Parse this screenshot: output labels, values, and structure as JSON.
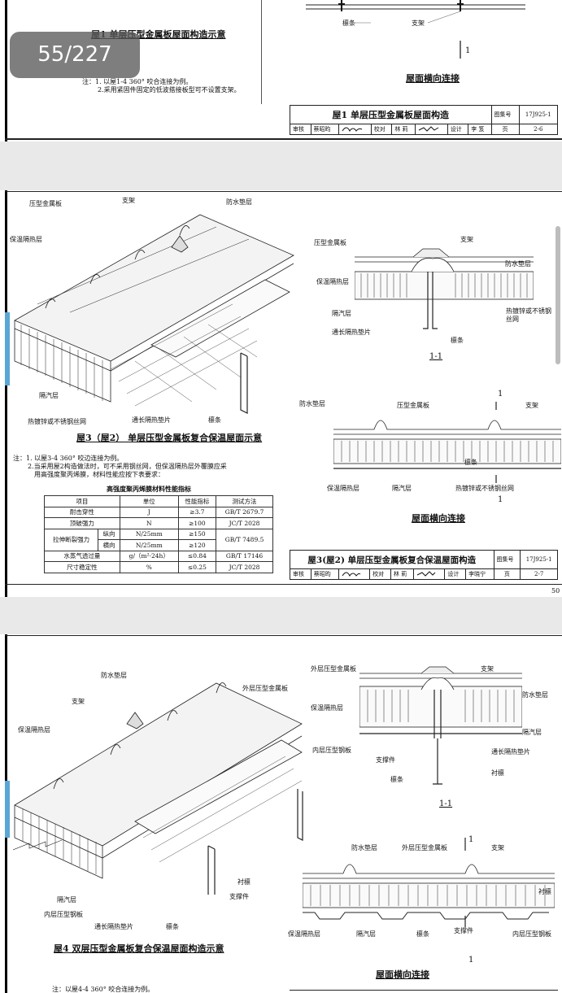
{
  "viewer": {
    "page_counter": "55/227",
    "page_number": "50"
  },
  "page_top": {
    "caption_left": "屋1 单层压型金属板屋面构造示意",
    "notes": [
      "注：1. 以屋1-4 360° 咬合连接为例。",
      "2.采用紧固件固定的低波搭接板型可不设置支架。"
    ],
    "labels": {
      "purlin": "檩条",
      "bracket": "支架",
      "section_mark": "1"
    },
    "caption_right": "屋面横向连接",
    "title_block": {
      "title": "屋1 单层压型金属板屋面构造",
      "atlas_label": "图集号",
      "atlas_no": "17J925-1",
      "review_label": "审核",
      "reviewer": "蔡昭昀",
      "check_label": "校对",
      "checker": "林 莉",
      "design_label": "设计",
      "designer": "李 笈",
      "page_label": "页",
      "page_no": "2-6"
    }
  },
  "page_mid": {
    "iso_labels": {
      "metal_sheet": "压型金属板",
      "bracket": "支架",
      "waterproof": "防水垫层",
      "insulation": "保温隔热层",
      "vapor": "隔汽层",
      "mesh": "热镀锌或不锈钢丝网",
      "pad": "通长隔热垫片",
      "purlin": "檩条"
    },
    "caption_left": "屋3（屋2） 单层压型金属板复合保温屋面示意",
    "notes": [
      "注：1. 以屋3-4 360° 咬边连接为例。",
      "2.当采用屋2构造做法时，可不采用钢丝网，但保温隔热层外覆膜应采",
      "用高强度聚丙烯膜，材料性能应按下表要求："
    ],
    "table_title": "高强度聚丙烯膜材料性能指标",
    "table": {
      "headers": [
        "项目",
        "单位",
        "性能指标",
        "测试方法"
      ],
      "rows": [
        [
          "耐击穿性",
          "J",
          "≥3.7",
          "GB/T 2679.7"
        ],
        [
          "顶破强力",
          "N",
          "≥100",
          "JC/T 2028"
        ],
        [
          "拉伸断裂强力",
          "纵向",
          "N/25mm",
          "≥150",
          "GB/T 7489.5"
        ],
        [
          "",
          "横向",
          "N/25mm",
          "≥120",
          ""
        ],
        [
          "水蒸气透过量",
          "g/（m²·24h）",
          "≤0.84",
          "GB/T 17146"
        ],
        [
          "尺寸稳定性",
          "%",
          "≤0.25",
          "JC/T 2028"
        ]
      ]
    },
    "section_labels": {
      "metal_sheet": "压型金属板",
      "bracket": "支架",
      "waterproof": "防水垫层",
      "insulation": "保温隔热层",
      "vapor": "隔汽层",
      "mesh": "热镀锌或不锈钢丝网",
      "pad": "通长隔热垫片",
      "purlin": "檩条",
      "section": "1-1"
    },
    "lateral_labels": {
      "waterproof": "防水垫层",
      "metal_sheet": "压型金属板",
      "bracket": "支架",
      "purlin": "檩条",
      "insulation": "保温隔热层",
      "vapor": "隔汽层",
      "mesh": "热镀锌或不锈钢丝网",
      "mark": "1"
    },
    "caption_right": "屋面横向连接",
    "title_block": {
      "title": "屋3(屋2) 单层压型金属板复合保温屋面构造",
      "atlas_label": "图集号",
      "atlas_no": "17J925-1",
      "review_label": "审核",
      "reviewer": "蔡昭昀",
      "check_label": "校对",
      "checker": "林 莉",
      "design_label": "设计",
      "designer": "李晓宁",
      "page_label": "页",
      "page_no": "2-7"
    }
  },
  "page_bottom": {
    "iso_labels": {
      "waterproof": "防水垫层",
      "outer_sheet": "外层压型金属板",
      "bracket": "支架",
      "insulation": "保温隔热层",
      "vapor": "隔汽层",
      "inner_sheet": "内层压型钢板",
      "pad": "通长隔热垫片",
      "purlin": "檩条",
      "sub_purlin": "衬檩",
      "support": "支撑件"
    },
    "caption_left": "屋4 双层压型金属板复合保温屋面构造示意",
    "note": "注：以屋4-4 360° 咬合连接为例。",
    "section_labels": {
      "outer_sheet": "外层压型金属板",
      "bracket": "支架",
      "waterproof": "防水垫层",
      "insulation": "保温隔热层",
      "vapor": "隔汽层",
      "inner_sheet": "内层压型钢板",
      "pad": "通长隔热垫片",
      "support": "支撑件",
      "sub_purlin": "衬檩",
      "purlin": "檩条",
      "section": "1-1"
    },
    "lateral_labels": {
      "waterproof": "防水垫层",
      "outer_sheet": "外层压型金属板",
      "bracket": "支架",
      "sub_purlin": "衬檩",
      "insulation": "保温隔热层",
      "vapor": "隔汽层",
      "purlin": "檩条",
      "support": "支撑件",
      "inner_sheet": "内层压型钢板",
      "mark": "1"
    },
    "caption_right": "屋面横向连接"
  }
}
